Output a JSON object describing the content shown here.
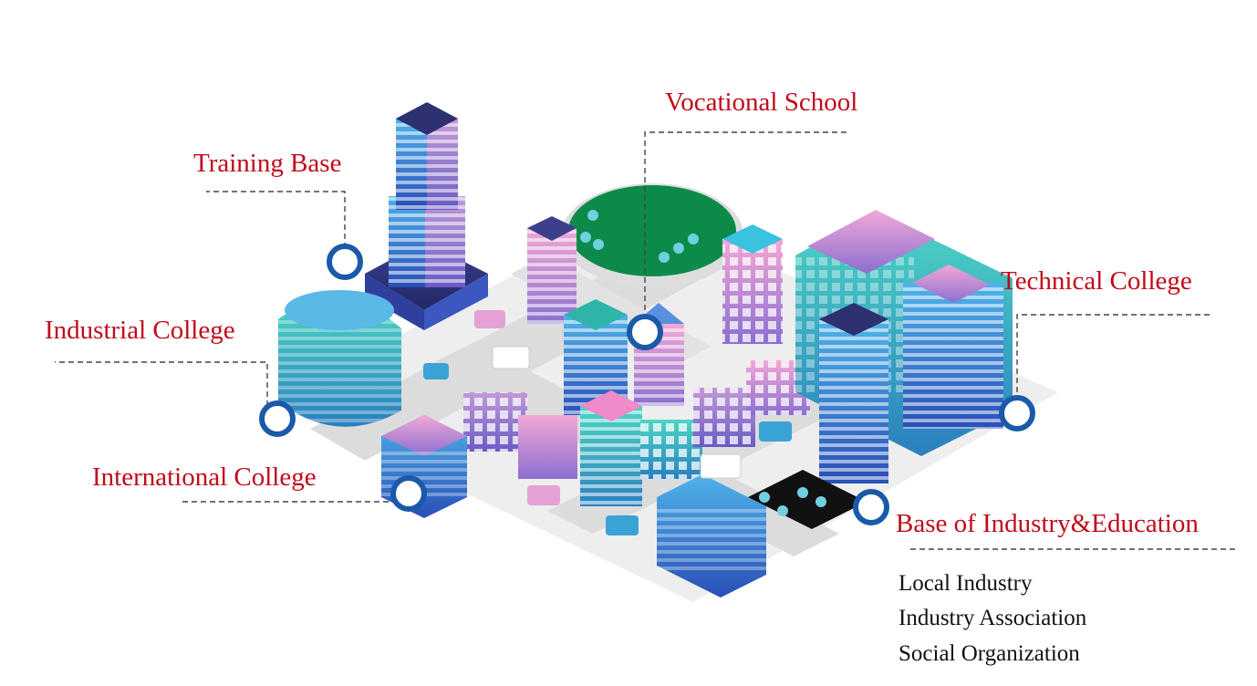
{
  "labels": {
    "vocational_school": "Vocational School",
    "training_base": "Training Base",
    "technical_college": "Technical College",
    "industrial_college": "Industrial College",
    "international_college": "International College",
    "base_industry_education": "Base of Industry&Education"
  },
  "base_members": [
    "Local Industry",
    "Industry Association",
    "Social Organization"
  ],
  "colors": {
    "label": "#c00a1a",
    "leader_line": "#444444",
    "marker_ring": "#1a5aa8",
    "park": "#0b8a4a",
    "road": "#d9d9d9"
  }
}
